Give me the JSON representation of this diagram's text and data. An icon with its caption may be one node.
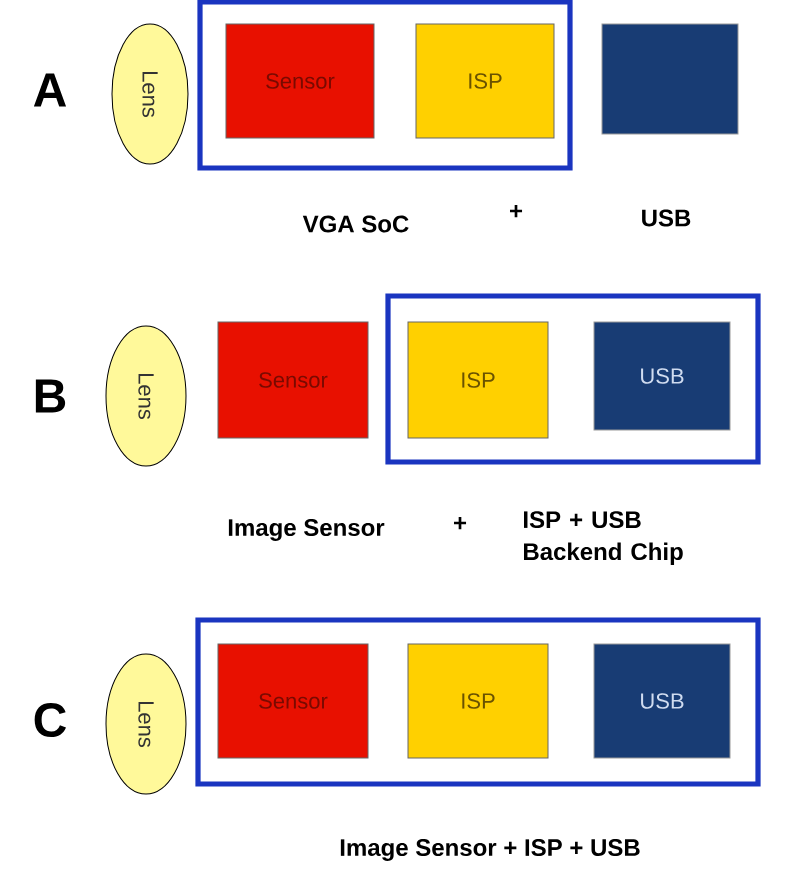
{
  "diagram": {
    "nodes": [
      {
        "text": [
          "Lens"
        ]
      },
      {
        "text": [],
        "shape": "box"
      },
      {
        "text": [
          "Sensor"
        ],
        "in": 1
      },
      {
        "text": [
          "ISP"
        ],
        "in": 1
      },
      {
        "text": [],
        "shape": "box"
      },
      {
        "text": [
          "Lens"
        ]
      },
      {
        "text": [
          "Sensor"
        ]
      },
      {
        "text": [],
        "shape": "box"
      },
      {
        "text": [
          "ISP"
        ],
        "in": 7
      },
      {
        "text": [
          "USB"
        ],
        "in": 7
      },
      {
        "text": [
          "Lens"
        ]
      },
      {
        "text": [],
        "shape": "box"
      },
      {
        "text": [
          "Sensor"
        ],
        "in": 11
      },
      {
        "text": [
          "ISP"
        ],
        "in": 11
      },
      {
        "text": [
          "USB"
        ],
        "in": 11
      }
    ],
    "labels": [
      "A",
      "VGA SoC",
      "+",
      "USB",
      "B",
      "Image Sensor",
      "+",
      "ISP + USB Backend Chip",
      "C",
      "Image Sensor + ISP + USB"
    ]
  }
}
